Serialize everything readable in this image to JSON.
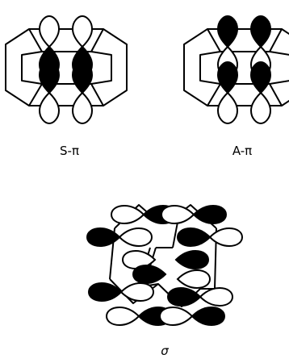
{
  "labels": {
    "symmetric_pi": "S-π",
    "antisymmetric_pi": "A-π",
    "sigma": "σ"
  },
  "colors": {
    "ink": "#000000",
    "paper": "#ffffff"
  }
}
